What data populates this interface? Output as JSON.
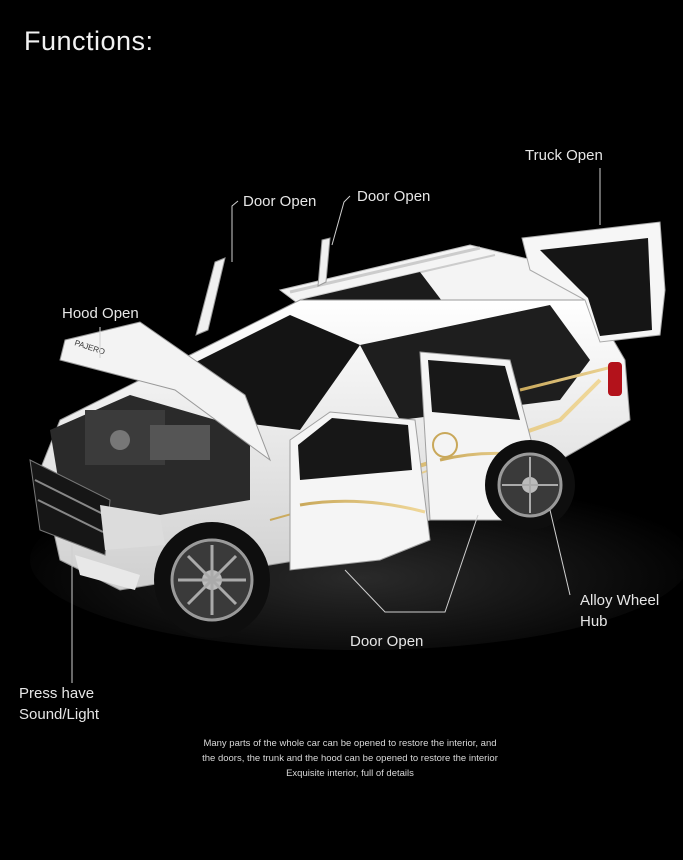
{
  "title": "Functions:",
  "labels": {
    "truck_open": "Truck Open",
    "door_open_left": "Door Open",
    "door_open_right": "Door Open",
    "hood_open": "Hood Open",
    "alloy_wheel_hub": "Alloy Wheel\nHub",
    "door_open_bottom": "Door Open",
    "press_sound_light": "Press have\nSound/Light"
  },
  "hood_badge": "PAJERO",
  "caption": [
    "Many parts of the whole car can be opened to  restore the interior, and",
    "the doors, the trunk and the hood  can be opened to restore the interior",
    "Exquisite interior, full of details"
  ]
}
